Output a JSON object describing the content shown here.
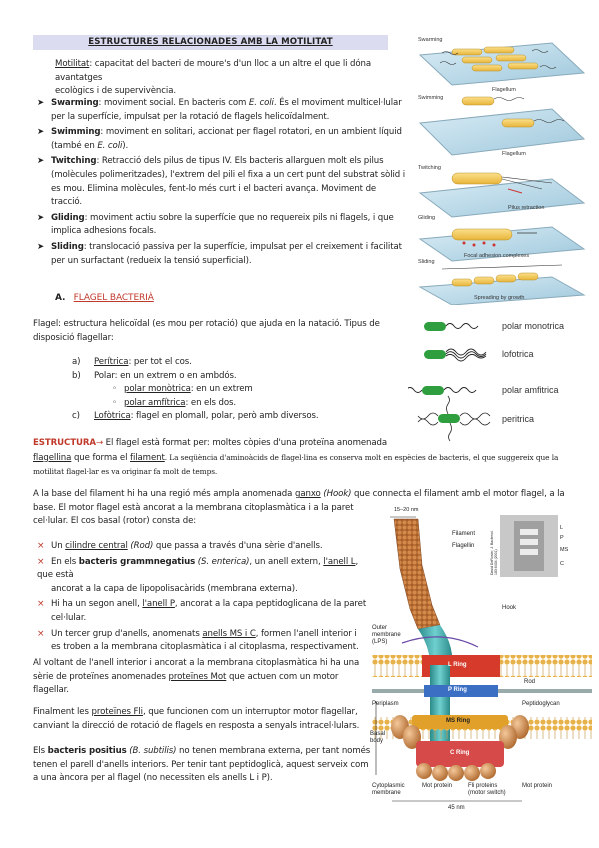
{
  "title": "ESTRUCTURES RELACIONADES AMB LA MOTILITAT",
  "motilitat": {
    "term": "Motilitat",
    "line1": ": capacitat del bacteri de moure's d'un lloc a un altre el que li dóna avantatges",
    "line2": "ecològics i de supervivència."
  },
  "types": [
    {
      "term": "Swarming",
      "l1": ": moviment social. En bacteris com ",
      "l1i": "E. coli",
      "l1b": ". És el moviment multicel·lular",
      "l2": "per la superfície, impulsat per la rotació de flagels helicoïdalment."
    },
    {
      "term": "Swimming",
      "l1": ": moviment en solitari, accionat per flagel rotatori, en un ambient líquid",
      "l2": "(també en ",
      "l2i": "E. coli",
      "l2b": ")."
    },
    {
      "term": "Twitching",
      "l1": ": Retracció dels pilus de tipus IV. Els bacteris allarguen molt els pilus",
      "l2": "(molècules polimeritzades), l'extrem del pili el fixa a un cert punt del substrat sòlid i",
      "l3": "es mou. Elimina molècules, fent-lo més curt i el bacteri avança. Moviment de tracció."
    },
    {
      "term": "Gliding",
      "l1": ": moviment actiu sobre la superfície que no requereix pils ni flagels, i que",
      "l2": "implica adhesions focals."
    },
    {
      "term": "Sliding",
      "l1": ": translocació passiva per la superfície, impulsat per el creixement i facilitat",
      "l2": "per un surfactant (redueix la tensió superficial)."
    }
  ],
  "section_a": {
    "letter": "A.",
    "title": "FLAGEL BACTERIÀ"
  },
  "flagel_intro": {
    "l1": "Flagel: estructura helicoïdal (es mou per rotació) que ajuda en la natació. Tipus de",
    "l2": "disposició flagellar:"
  },
  "dispositions": [
    {
      "mark": "a)",
      "term": "Perítrica",
      "rest": ": per tot el cos."
    },
    {
      "mark": "b)",
      "term": "",
      "rest": "Polar: en un extrem o en ambdós."
    },
    {
      "mark": "◦",
      "term": "polar monòtrica",
      "rest": ": en un extrem"
    },
    {
      "mark": "◦",
      "term": "polar amfítrica",
      "rest": ": en els dos."
    },
    {
      "mark": "c)",
      "term": "Lofòtrica",
      "rest": ": flagel en plomall, polar, però amb diversos."
    }
  ],
  "estructura": {
    "label": "ESTRUCTURA",
    "arrow": "→",
    "l1": " El flagel està format per: moltes còpies d'una proteïna anomenada",
    "flagellina": "flagellina",
    "l2a": " que forma el ",
    "filament": "filament",
    "l2b": ". La seqüència d'aminoàcids de flagel·lina es conserva molt en espècies de bacteris, el que suggereix que la",
    "l3": "motilitat flagel·lar es va originar fa molt de temps."
  },
  "base": {
    "l1a": "A la base del filament hi ha una regió més ampla anomenada ",
    "ganxo": "ganxo",
    "hook": " (Hook)",
    "l1b": " que connecta el filament amb el motor flagel, a la",
    "l2": "base. El motor flagel està ancorat a la membrana citoplasmàtica i a la paret",
    "l3": "cel·lular. El cos basal (rotor) consta de:"
  },
  "parts": [
    {
      "l1a": "Un ",
      "t1": "cilindre central",
      "l1i": " (Rod)",
      "l1b": " que passa a través d'una sèrie d'anells."
    },
    {
      "l1a": "En els ",
      "t1": "bacteris grammnegatius",
      "l1i": " (S. enterica)",
      "l1b": ", un anell extern, ",
      "t2": "l'anell L",
      "l1c": ", que està",
      "l2": "ancorat a la capa de lipopolisacàrids (membrana externa)."
    },
    {
      "l1a": "Hi ha un segon anell, ",
      "t1": "l'anell P",
      "l1b": ", ancorat a la capa peptidoglicana de la paret",
      "l2": "cel·lular."
    },
    {
      "l1a": "Un tercer grup d'anells, anomenats ",
      "t1": "anells MS i C",
      "l1b": ", formen l'anell interior i",
      "l2": "es troben a la membrana citoplasmàtica i al citoplasma, respectivament."
    }
  ],
  "mot": {
    "l1": "Al voltant de l'anell interior i ancorat a la membrana citoplasmàtica hi ha una",
    "l2a": "sèrie de proteïnes anomenades ",
    "t": "proteïnes Mot",
    "l2b": " que actuen com un motor",
    "l3": "flagellar."
  },
  "fli": {
    "l1a": "Finalment les ",
    "t": "proteïnes Fli",
    "l1b": ", que funcionen com un interruptor motor flagellar,",
    "l2": "canviant la direcció de rotació de flagels en resposta a senyals intracel·lulars."
  },
  "positius": {
    "l1a": "Els ",
    "t": "bacteris positius",
    "l1i": " (B. subtilis)",
    "l1b": " no tenen membrana externa, per tant només",
    "l2": "tenen el parell d'anells interiors. Per tenir tant peptidoglicà, aquest serveix com",
    "l3": "a una àncora per al flagel (no necessiten els anells L i P)."
  },
  "motility_panels": {
    "swarming": "Swarming",
    "flagellum1": "Flagellum",
    "swimming": "Swimming",
    "flagellum2": "Flagellum",
    "twitching": "Twitching",
    "pilus": "Pilus retraction",
    "gliding": "Gliding",
    "focal": "Focal adhesion complexes",
    "sliding": "Sliding",
    "spreading": "Spreading by growth"
  },
  "flagella_types": [
    "polar monotrica",
    "lofotrica",
    "polar amfitrica",
    "peritrica"
  ],
  "diagram": {
    "scale_top": "15–20 nm",
    "filament": "Filament",
    "flagellin": "Flagellin",
    "hook": "Hook",
    "outer_membrane": "Outer membrane (LPS)",
    "l_ring": "L Ring",
    "rod": "Rod",
    "p_ring": "P Ring",
    "periplasm": "Periplasm",
    "peptidoglycan": "Peptidoglycan",
    "ms_ring": "MS Ring",
    "basal_body": "Basal body",
    "c_ring": "C Ring",
    "cytoplasmic": "Cytoplasmic membrane",
    "mot_protein_1": "Mot protein",
    "fli_proteins": "Fli proteins (motor switch)",
    "mot_protein_2": "Mot protein",
    "scale_bottom": "45 nm",
    "em_l": "L",
    "em_p": "P",
    "em_ms": "MS",
    "em_c": "C",
    "credit": "David DeRosier, J. Bacteriol. 183:6404 (2001)"
  },
  "colors": {
    "accent_red": "#c0392b",
    "title_bg": "#dcdcf0",
    "flagellin": "#c87a3c",
    "rod_teal": "#3fa9a9",
    "l_ring": "#d63a2a",
    "p_ring": "#3a6fc4",
    "ms_ring": "#e0a02a",
    "c_ring": "#d64a4a"
  }
}
